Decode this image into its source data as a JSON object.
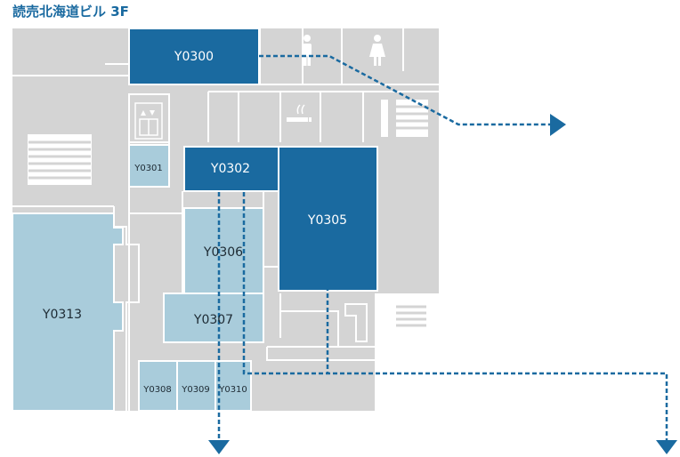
{
  "title": "読売北海道ビル 3F",
  "colors": {
    "floor": "#d4d4d4",
    "wall": "#ffffff",
    "room_dark": "#1a6aa0",
    "room_light": "#a9ccdb",
    "route": "#1a6aa0",
    "text_dark_room": "#ffffff",
    "text_light_room": "#1d2a33"
  },
  "icons": [
    "elevator-icon",
    "male-restroom-icon",
    "female-restroom-icon",
    "smoking-area-icon",
    "stairs-icon"
  ],
  "rooms": {
    "y0300": "Y0300",
    "y0301": "Y0301",
    "y0302": "Y0302",
    "y0305": "Y0305",
    "y0306": "Y0306",
    "y0307": "Y0307",
    "y0308": "Y0308",
    "y0309": "Y0309",
    "y0310": "Y0310",
    "y0313": "Y0313"
  }
}
